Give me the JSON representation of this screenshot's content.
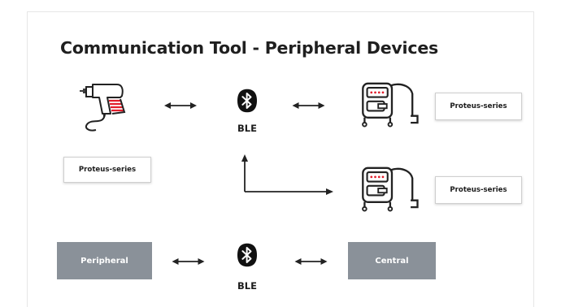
{
  "diagram": {
    "title": "Communication Tool - Peripheral Devices",
    "ble_label": "BLE",
    "peripheral_device_label": "Proteus-series",
    "central_top_label": "Proteus-series",
    "central_bottom_label": "Proteus-series",
    "legend": {
      "peripheral": "Peripheral",
      "central": "Central"
    },
    "icons": [
      "drill-icon",
      "bluetooth-icon",
      "vacuum-cleaner-icon",
      "arrow-icon"
    ],
    "colors": {
      "accent": "#e21e2b",
      "line": "#222222",
      "legend_box": "#8a9199"
    }
  }
}
